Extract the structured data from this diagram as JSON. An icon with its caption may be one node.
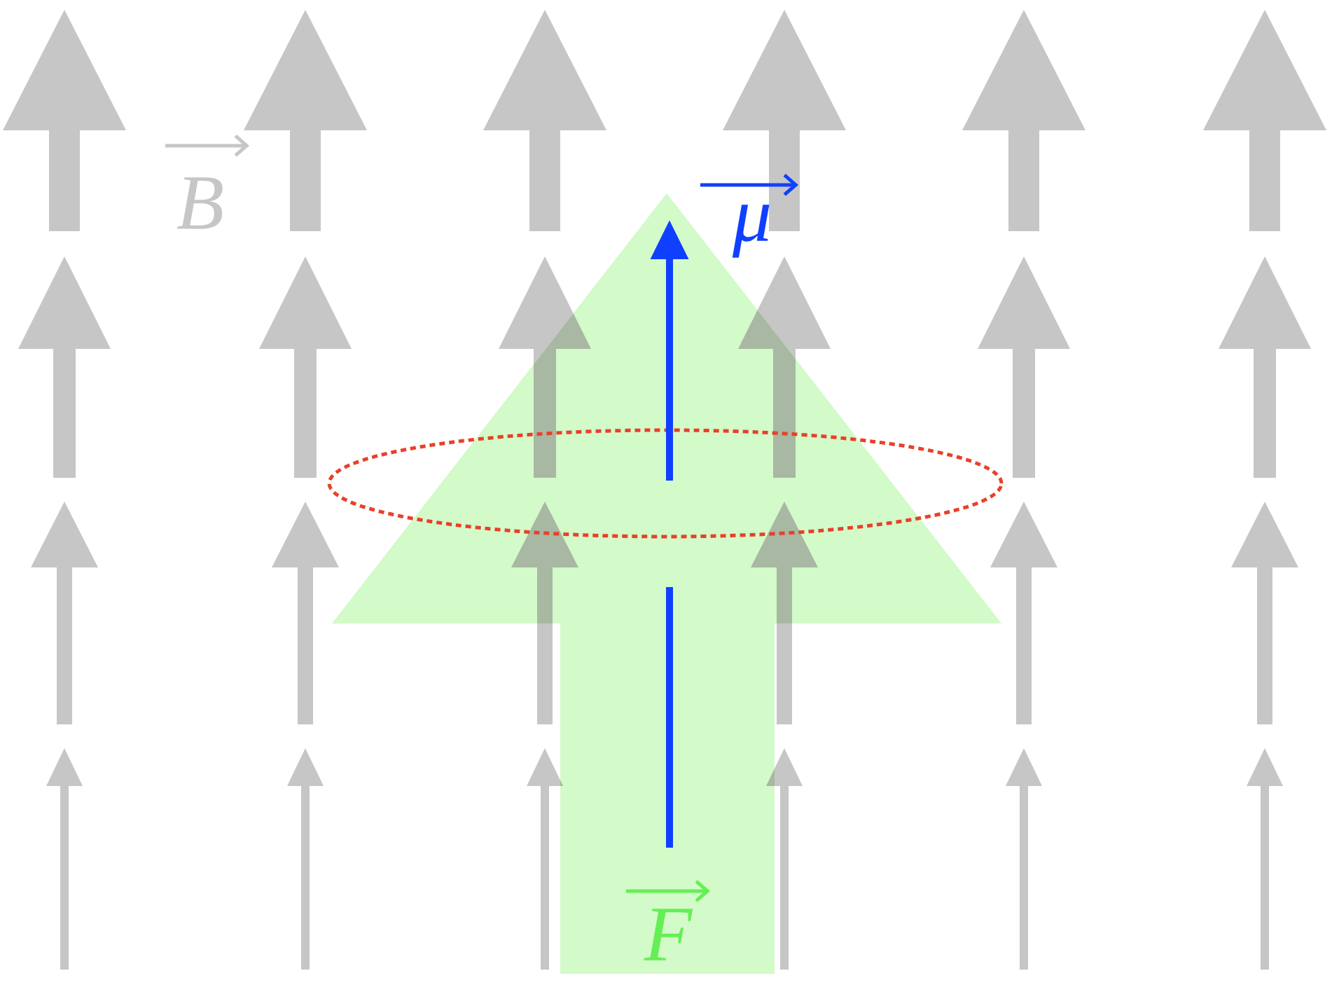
{
  "diagram": {
    "labels": [
      "B",
      "μ",
      "F"
    ]
  }
}
